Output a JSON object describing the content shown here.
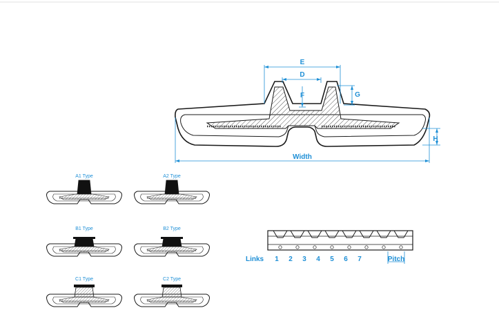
{
  "colors": {
    "accent": "#1e8fd6",
    "outline": "#1a1a1a",
    "hatch": "#555555",
    "cord": "#333333",
    "fill": "#ffffff"
  },
  "main_diagram": {
    "labels": {
      "e": "E",
      "d": "D",
      "f": "F",
      "g": "G",
      "h": "H",
      "width": "Width"
    }
  },
  "variants": [
    {
      "label": "A1 Type"
    },
    {
      "label": "A2 Type"
    },
    {
      "label": "B1 Type"
    },
    {
      "label": "B2 Type"
    },
    {
      "label": "C1 Type"
    },
    {
      "label": "C2 Type"
    }
  ],
  "side_view": {
    "links_label": "Links",
    "link_numbers": [
      "1",
      "2",
      "3",
      "4",
      "5",
      "6",
      "7"
    ],
    "pitch_label": "Pitch"
  }
}
